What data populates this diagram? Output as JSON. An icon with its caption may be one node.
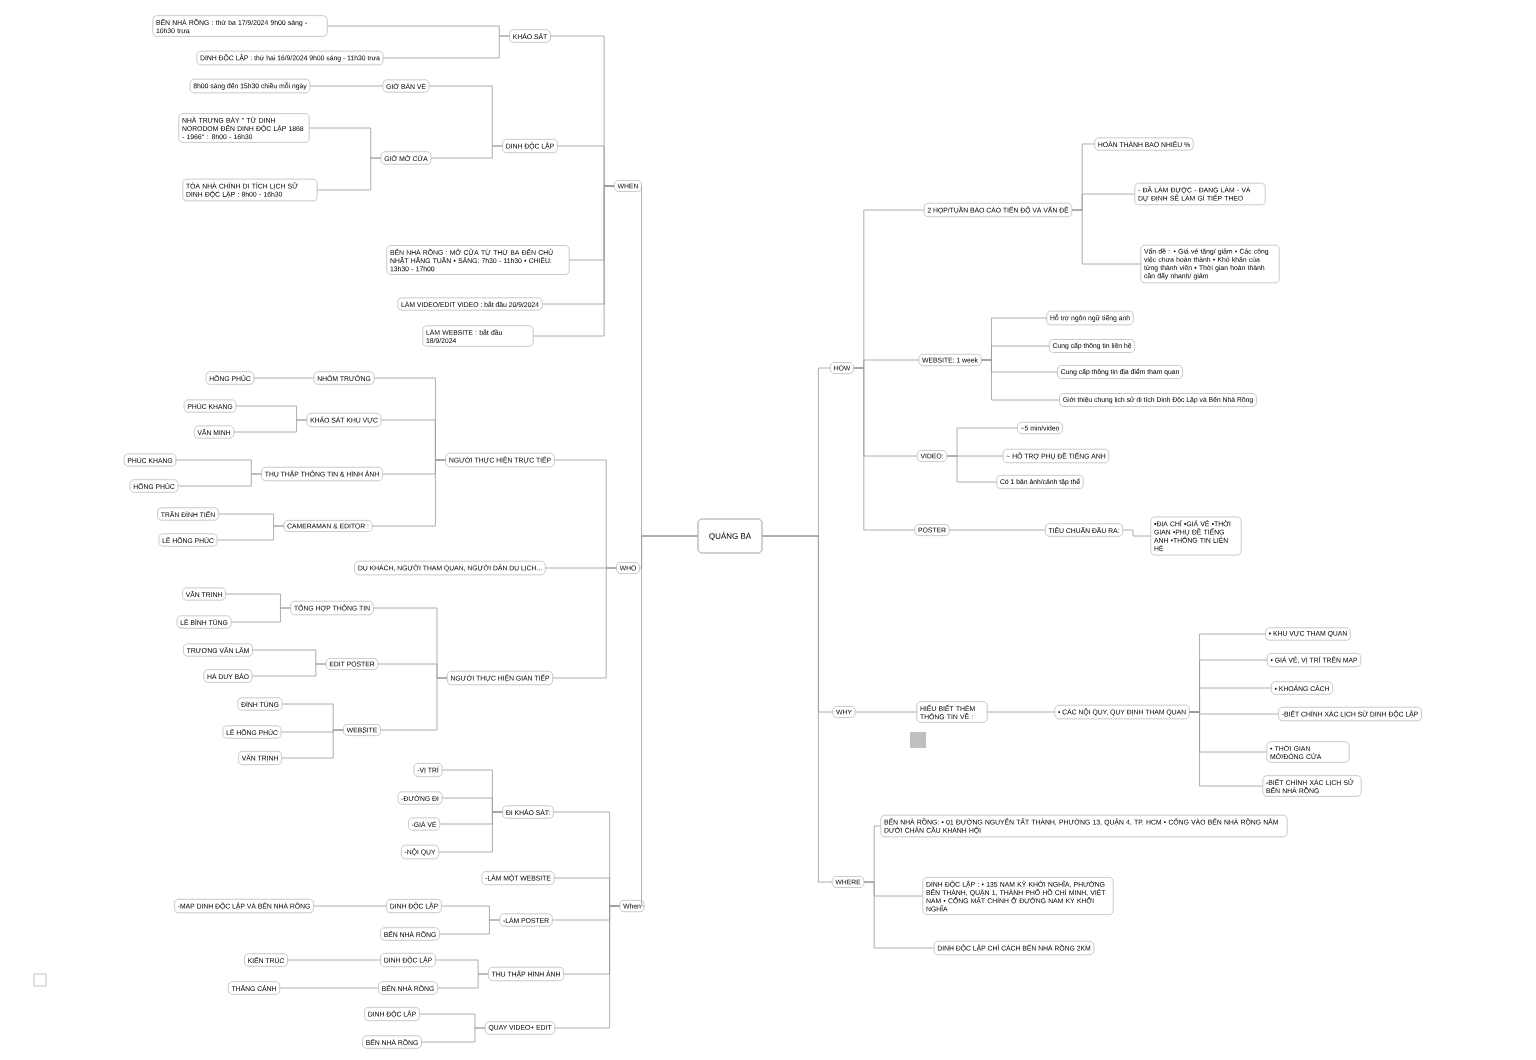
{
  "diagram": {
    "nodes": [
      {
        "text": [
          "QUẢNG BÁ"
        ]
      },
      {
        "text": [
          "WHEN"
        ]
      },
      {
        "text": [
          "KHẢO SÁT"
        ]
      },
      {
        "text": [
          "BẾN NHÀ RỒNG : thứ ba 17/9/2024 9h00 sáng - 10h30 trưa"
        ]
      },
      {
        "text": [
          "DINH ĐỘC LẬP : thứ hai 16/9/2024 9h00 sáng - 11h30 trưa"
        ]
      },
      {
        "text": [
          "DINH ĐỘC LẬP"
        ]
      },
      {
        "text": [
          "GIỜ BÁN VÉ"
        ]
      },
      {
        "text": [
          "8h00 sáng đến 15h30 chiều mỗi ngày"
        ]
      },
      {
        "text": [
          "GIỜ MỞ CỬA"
        ]
      },
      {
        "text": [
          "NHÀ TRƯNG BÀY \" TỪ DINH NORODOM ĐẾN DINH ĐỘC LẬP 1868 - 1966\" : 8h00 - 16h30"
        ]
      },
      {
        "text": [
          "TÒA NHÀ CHÍNH DI TÍCH LỊCH SỬ DINH ĐỘC LẬP : 8h00 - 16h30"
        ]
      },
      {
        "text": [
          "BẾN NHÀ RỒNG : MỞ CỬA TỪ THỨ BA ĐẾN CHỦ NHẬT HẰNG TUẦN • SÁNG: 7h30 - 11h30 • CHIỀU: 13h30 - 17h00"
        ]
      },
      {
        "text": [
          "LÀM VIDEO/EDIT VIDEO : bắt đầu 20/9/2024"
        ]
      },
      {
        "text": [
          "LÀM WEBSITE : bắt đầu 18/9/2024"
        ]
      },
      {
        "text": [
          "WHO"
        ]
      },
      {
        "text": [
          "NGƯỜI THỰC HIỆN TRỰC TIẾP"
        ]
      },
      {
        "text": [
          "NHÓM TRƯỞNG"
        ]
      },
      {
        "text": [
          "HỒNG PHÚC"
        ]
      },
      {
        "text": [
          "KHẢO SÁT KHU VỰC"
        ]
      },
      {
        "text": [
          "PHÚC KHANG"
        ]
      },
      {
        "text": [
          "VĂN MINH"
        ]
      },
      {
        "text": [
          "THU THẬP THÔNG TIN & HÌNH ẢNH"
        ]
      },
      {
        "text": [
          "PHÚC KHANG"
        ]
      },
      {
        "text": [
          "HỒNG PHÚC"
        ]
      },
      {
        "text": [
          "CAMERAMAN & EDITOR :"
        ]
      },
      {
        "text": [
          "TRẦN ĐÌNH TIẾN"
        ]
      },
      {
        "text": [
          "LÊ HỒNG PHÚC"
        ]
      },
      {
        "text": [
          "DU KHÁCH, NGƯỜI THAM QUAN, NGƯỜI DÂN DU LỊCH..."
        ]
      },
      {
        "text": [
          "NGƯỜI THỰC HIỆN GIÁN TIẾP"
        ]
      },
      {
        "text": [
          "TỔNG HỢP THÔNG TIN"
        ]
      },
      {
        "text": [
          "VĂN TRINH"
        ]
      },
      {
        "text": [
          "LÊ BÌNH TÙNG"
        ]
      },
      {
        "text": [
          "EDIT POSTER"
        ]
      },
      {
        "text": [
          "TRƯƠNG VĂN LÂM"
        ]
      },
      {
        "text": [
          "HÀ DUY BẢO"
        ]
      },
      {
        "text": [
          "WEBSITE"
        ]
      },
      {
        "text": [
          "ĐÌNH TÙNG"
        ]
      },
      {
        "text": [
          "LÊ HỒNG PHÚC"
        ]
      },
      {
        "text": [
          "VĂN TRỊNH"
        ]
      },
      {
        "text": [
          "When"
        ]
      },
      {
        "text": [
          "ĐI KHẢO SÁT:"
        ]
      },
      {
        "text": [
          "-VỊ TRÍ"
        ]
      },
      {
        "text": [
          "-ĐƯỜNG ĐI"
        ]
      },
      {
        "text": [
          "-GIÁ VÉ"
        ]
      },
      {
        "text": [
          "-NỘI QUY"
        ]
      },
      {
        "text": [
          "-LÀM MỘT WEBSITE"
        ]
      },
      {
        "text": [
          "-LÀM POSTER"
        ]
      },
      {
        "text": [
          "DINH ĐỘC LẬP"
        ]
      },
      {
        "text": [
          "-MAP DINH ĐỘC LẬP VÀ BẾN NHÀ RỒNG"
        ]
      },
      {
        "text": [
          "BẾN NHÀ RỒNG"
        ]
      },
      {
        "text": [
          "THU THẬP HÌNH ẢNH"
        ]
      },
      {
        "text": [
          "DINH ĐỘC LẬP"
        ]
      },
      {
        "text": [
          "KIẾN TRÚC"
        ]
      },
      {
        "text": [
          "BẾN NHÀ RỒNG"
        ]
      },
      {
        "text": [
          "THẮNG CẢNH"
        ]
      },
      {
        "text": [
          "QUAY VIDEO+ EDIT"
        ]
      },
      {
        "text": [
          "DINH ĐỘC LẬP"
        ]
      },
      {
        "text": [
          "BẾN NHÀ RỒNG"
        ]
      },
      {
        "text": [
          "HOW"
        ]
      },
      {
        "text": [
          "2 HỌP/TUẦN BÁO CÁO TIẾN ĐỘ VÀ VẤN ĐỀ"
        ]
      },
      {
        "text": [
          "HOÀN THÀNH BAO NHIÊU %"
        ]
      },
      {
        "text": [
          "- ĐÃ LÀM ĐƯỢC - ĐANG LÀM - VÀ DỰ ĐỊNH SẼ LÀM GÌ TIẾP THEO"
        ]
      },
      {
        "text": [
          "Vấn đề : • Giá vé tăng/ giảm • Các công việc chưa hoàn thành • Khó khăn của từng thành viên • Thời gian hoàn thành cần đẩy nhanh/ giảm"
        ]
      },
      {
        "text": [
          "WEBSITE: 1 week"
        ]
      },
      {
        "text": [
          "Hỗ trợ ngôn ngữ tiếng anh"
        ]
      },
      {
        "text": [
          "Cung cấp thông tin liên hệ"
        ]
      },
      {
        "text": [
          "Cung cấp thông tin địa điểm tham quan"
        ]
      },
      {
        "text": [
          "Giới thiệu chung lịch sử di tích Dinh Độc Lập và Bến Nhà Rồng"
        ]
      },
      {
        "text": [
          "VIDEO:"
        ]
      },
      {
        "text": [
          "~5 min/video"
        ]
      },
      {
        "text": [
          "~ HỖ TRỢ PHỤ ĐỀ TIẾNG ANH"
        ]
      },
      {
        "text": [
          "Có 1 bản ảnh/cảnh tập thể"
        ]
      },
      {
        "text": [
          "POSTER"
        ]
      },
      {
        "text": [
          "TIÊU CHUẨN ĐẦU RA:"
        ]
      },
      {
        "text": [
          "•ĐỊA CHỈ •GIÁ VÉ •THỜI GIAN •PHỤ ĐỀ TIẾNG ANH •THÔNG TIN LIÊN HỆ"
        ]
      },
      {
        "text": [
          "WHY"
        ]
      },
      {
        "text": [
          "HIỂU BIẾT THÊM THÔNG TIN VỀ :"
        ]
      },
      {
        "text": [
          "• CÁC NỘI QUY, QUY ĐỊNH THAM QUAN"
        ]
      },
      {
        "text": [
          "• KHU VỰC THAM QUAN"
        ]
      },
      {
        "text": [
          "• GIÁ VÉ, VỊ TRÍ TRÊN MAP"
        ]
      },
      {
        "text": [
          "• KHOẢNG CÁCH"
        ]
      },
      {
        "text": [
          "-BIẾT CHÍNH XÁC LỊCH SỬ DINH ĐỘC LẬP"
        ]
      },
      {
        "text": [
          "• THỜI GIAN MỞ/ĐÓNG CỬA"
        ]
      },
      {
        "text": [
          "-BIẾT CHÍNH XÁC LỊCH SỬ BẾN NHÀ RỒNG"
        ]
      },
      {
        "text": [
          "WHERE"
        ]
      },
      {
        "text": [
          "BẾN NHÀ RỒNG: • 01 ĐƯỜNG NGUYỄN TẤT THÀNH, PHƯỜNG 13, QUẬN 4, TP. HCM • CỔNG VÀO BẾN NHÀ RỒNG NẰM DƯỚI CHÂN CẦU KHÁNH HỘI"
        ]
      },
      {
        "text": [
          "DINH ĐỘC LẬP : • 135 NAM KỲ KHỞI NGHĨA, PHƯỜNG BẾN THÀNH, QUẬN 1, THÀNH PHỐ HỒ CHÍ MINH, VIỆT NAM • CỔNG MẶT CHÍNH Ở ĐƯỜNG NAM KỲ KHỞI NGHĨA"
        ]
      },
      {
        "text": [
          "DINH ĐỘC LẬP CHỈ CÁCH BẾN NHÀ RỒNG 2KM"
        ]
      }
    ],
    "edges": [
      {
        "from": 0,
        "to": 1,
        "arrow": "none"
      },
      {
        "from": 1,
        "to": 2,
        "arrow": "none"
      },
      {
        "from": 2,
        "to": 3,
        "arrow": "none"
      },
      {
        "from": 2,
        "to": 4,
        "arrow": "none"
      },
      {
        "from": 1,
        "to": 5,
        "arrow": "none"
      },
      {
        "from": 5,
        "to": 6,
        "arrow": "none"
      },
      {
        "from": 6,
        "to": 7,
        "arrow": "none"
      },
      {
        "from": 5,
        "to": 8,
        "arrow": "none"
      },
      {
        "from": 8,
        "to": 9,
        "arrow": "none"
      },
      {
        "from": 8,
        "to": 10,
        "arrow": "none"
      },
      {
        "from": 1,
        "to": 11,
        "arrow": "none"
      },
      {
        "from": 1,
        "to": 12,
        "arrow": "none"
      },
      {
        "from": 1,
        "to": 13,
        "arrow": "none"
      },
      {
        "from": 0,
        "to": 14,
        "arrow": "none"
      },
      {
        "from": 14,
        "to": 15,
        "arrow": "none"
      },
      {
        "from": 15,
        "to": 16,
        "arrow": "none"
      },
      {
        "from": 16,
        "to": 17,
        "arrow": "none"
      },
      {
        "from": 15,
        "to": 18,
        "arrow": "none"
      },
      {
        "from": 18,
        "to": 19,
        "arrow": "none"
      },
      {
        "from": 18,
        "to": 20,
        "arrow": "none"
      },
      {
        "from": 15,
        "to": 21,
        "arrow": "none"
      },
      {
        "from": 21,
        "to": 22,
        "arrow": "none"
      },
      {
        "from": 21,
        "to": 23,
        "arrow": "none"
      },
      {
        "from": 15,
        "to": 24,
        "arrow": "none"
      },
      {
        "from": 24,
        "to": 25,
        "arrow": "none"
      },
      {
        "from": 24,
        "to": 26,
        "arrow": "none"
      },
      {
        "from": 14,
        "to": 27,
        "arrow": "none"
      },
      {
        "from": 14,
        "to": 28,
        "arrow": "none"
      },
      {
        "from": 28,
        "to": 29,
        "arrow": "none"
      },
      {
        "from": 29,
        "to": 30,
        "arrow": "none"
      },
      {
        "from": 29,
        "to": 31,
        "arrow": "none"
      },
      {
        "from": 28,
        "to": 32,
        "arrow": "none"
      },
      {
        "from": 32,
        "to": 33,
        "arrow": "none"
      },
      {
        "from": 32,
        "to": 34,
        "arrow": "none"
      },
      {
        "from": 28,
        "to": 35,
        "arrow": "none"
      },
      {
        "from": 35,
        "to": 36,
        "arrow": "none"
      },
      {
        "from": 35,
        "to": 37,
        "arrow": "none"
      },
      {
        "from": 35,
        "to": 38,
        "arrow": "none"
      },
      {
        "from": 0,
        "to": 39,
        "arrow": "none"
      },
      {
        "from": 39,
        "to": 40,
        "arrow": "none"
      },
      {
        "from": 40,
        "to": 41,
        "arrow": "none"
      },
      {
        "from": 40,
        "to": 42,
        "arrow": "none"
      },
      {
        "from": 40,
        "to": 43,
        "arrow": "none"
      },
      {
        "from": 40,
        "to": 44,
        "arrow": "none"
      },
      {
        "from": 39,
        "to": 45,
        "arrow": "none"
      },
      {
        "from": 39,
        "to": 46,
        "arrow": "none"
      },
      {
        "from": 46,
        "to": 47,
        "arrow": "none"
      },
      {
        "from": 47,
        "to": 48,
        "arrow": "none"
      },
      {
        "from": 46,
        "to": 49,
        "arrow": "none"
      },
      {
        "from": 39,
        "to": 50,
        "arrow": "none"
      },
      {
        "from": 50,
        "to": 51,
        "arrow": "none"
      },
      {
        "from": 51,
        "to": 52,
        "arrow": "none"
      },
      {
        "from": 50,
        "to": 53,
        "arrow": "none"
      },
      {
        "from": 53,
        "to": 54,
        "arrow": "none"
      },
      {
        "from": 39,
        "to": 55,
        "arrow": "none"
      },
      {
        "from": 55,
        "to": 56,
        "arrow": "none"
      },
      {
        "from": 55,
        "to": 57,
        "arrow": "none"
      },
      {
        "from": 0,
        "to": 58,
        "arrow": "none"
      },
      {
        "from": 58,
        "to": 59,
        "arrow": "none"
      },
      {
        "from": 59,
        "to": 60,
        "arrow": "none"
      },
      {
        "from": 59,
        "to": 61,
        "arrow": "none"
      },
      {
        "from": 59,
        "to": 62,
        "arrow": "none"
      },
      {
        "from": 58,
        "to": 63,
        "arrow": "none"
      },
      {
        "from": 63,
        "to": 64,
        "arrow": "none"
      },
      {
        "from": 63,
        "to": 65,
        "arrow": "none"
      },
      {
        "from": 63,
        "to": 66,
        "arrow": "none"
      },
      {
        "from": 63,
        "to": 67,
        "arrow": "none"
      },
      {
        "from": 58,
        "to": 68,
        "arrow": "none"
      },
      {
        "from": 68,
        "to": 69,
        "arrow": "none"
      },
      {
        "from": 68,
        "to": 70,
        "arrow": "none"
      },
      {
        "from": 68,
        "to": 71,
        "arrow": "none"
      },
      {
        "from": 58,
        "to": 72,
        "arrow": "none"
      },
      {
        "from": 72,
        "to": 73,
        "arrow": "none"
      },
      {
        "from": 73,
        "to": 74,
        "arrow": "none"
      },
      {
        "from": 0,
        "to": 75,
        "arrow": "none"
      },
      {
        "from": 75,
        "to": 76,
        "arrow": "none"
      },
      {
        "from": 76,
        "to": 77,
        "arrow": "none"
      },
      {
        "from": 77,
        "to": 78,
        "arrow": "none"
      },
      {
        "from": 77,
        "to": 79,
        "arrow": "none"
      },
      {
        "from": 77,
        "to": 80,
        "arrow": "none"
      },
      {
        "from": 77,
        "to": 81,
        "arrow": "none"
      },
      {
        "from": 77,
        "to": 82,
        "arrow": "none"
      },
      {
        "from": 77,
        "to": 83,
        "arrow": "none"
      },
      {
        "from": 0,
        "to": 84,
        "arrow": "none"
      },
      {
        "from": 84,
        "to": 85,
        "arrow": "none"
      },
      {
        "from": 84,
        "to": 86,
        "arrow": "none"
      },
      {
        "from": 84,
        "to": 87,
        "arrow": "none"
      }
    ]
  }
}
